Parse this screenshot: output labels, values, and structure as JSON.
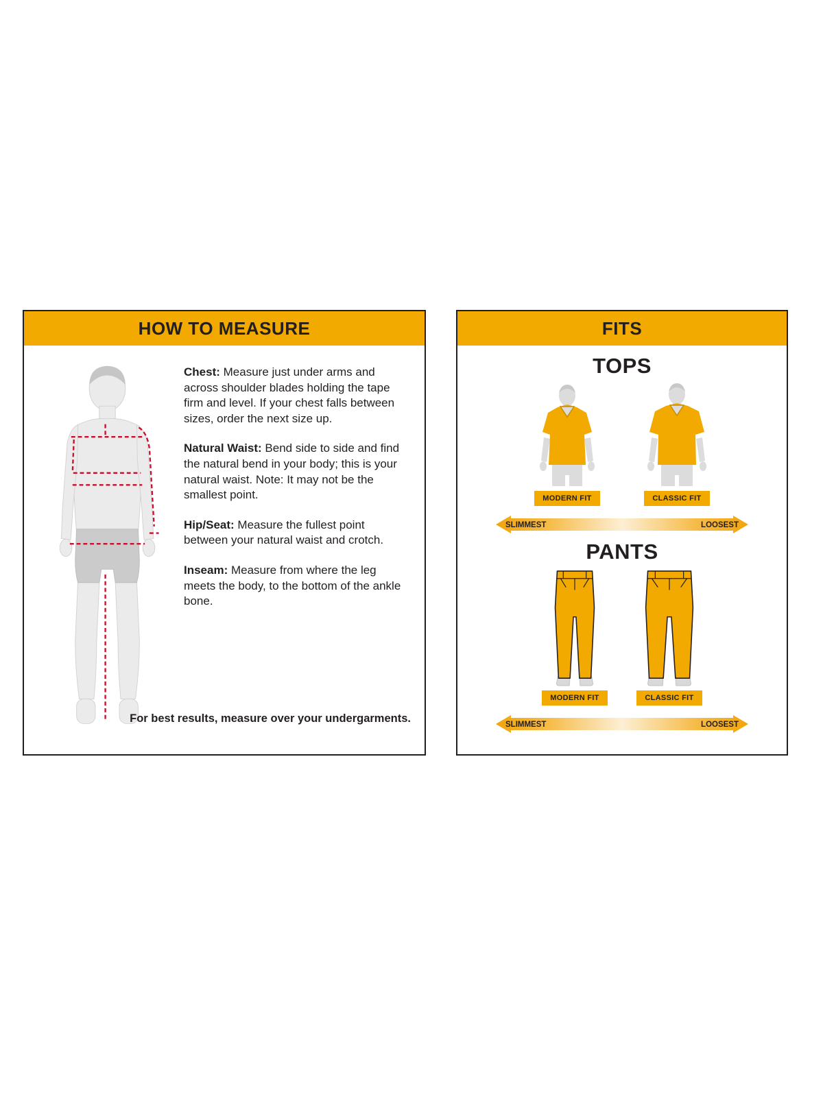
{
  "colors": {
    "accent": "#F2A900",
    "outline": "#231F20",
    "measure_line": "#C8102E"
  },
  "how_to_measure": {
    "title": "HOW TO MEASURE",
    "sections": [
      {
        "label": "Chest:",
        "text": "Measure just under arms and across shoulder blades holding the tape firm and level. If your chest falls between sizes, order the next size up."
      },
      {
        "label": "Natural Waist:",
        "text": "Bend side to side and find the natural bend in your body; this is your natural waist. Note: It may not be the smallest point."
      },
      {
        "label": "Hip/Seat:",
        "text": "Measure the fullest point between your natural waist and crotch."
      },
      {
        "label": "Inseam:",
        "text": "Measure from where the leg meets the body, to the bottom of the ankle bone."
      }
    ],
    "footnote": "For best results, measure over your undergarments."
  },
  "fits": {
    "title": "FITS",
    "tops": {
      "heading": "TOPS",
      "fit_labels": [
        "MODERN FIT",
        "CLASSIC FIT"
      ],
      "scale_left": "SLIMMEST",
      "scale_right": "LOOSEST"
    },
    "pants": {
      "heading": "PANTS",
      "fit_labels": [
        "MODERN FIT",
        "CLASSIC FIT"
      ],
      "scale_left": "SLIMMEST",
      "scale_right": "LOOSEST"
    }
  }
}
